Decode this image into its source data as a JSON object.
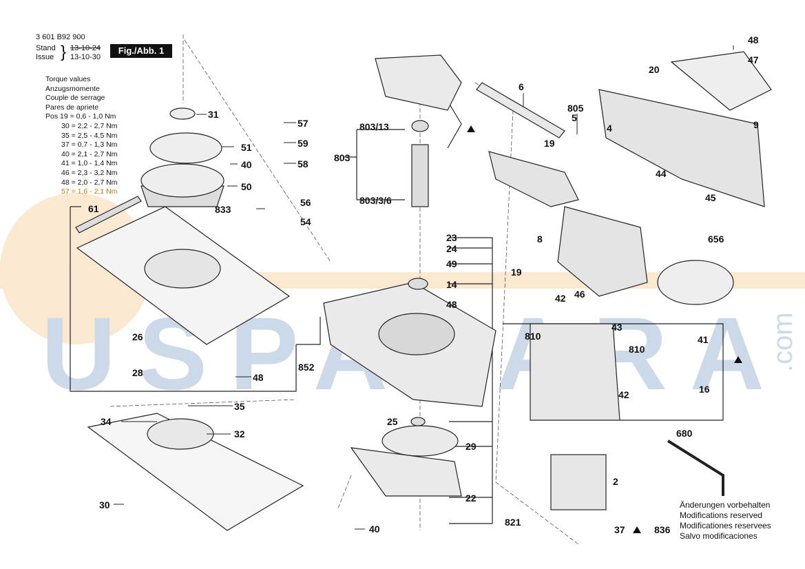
{
  "header": {
    "part_number": "3 601 B92 900",
    "stand_label": "Stand",
    "issue_label": "Issue",
    "stand_date": "13-10-24",
    "issue_date": "13-10-30",
    "figure_tag": "Fig./Abb. 1"
  },
  "torque": {
    "title_lines": [
      "Torque values",
      "Anzugsmomente",
      "Couple de serrage",
      "Pares de apriete"
    ],
    "rows": [
      "Pos 19 = 0,6 - 1,0 Nm",
      "30 = 2,2 - 2,7 Nm",
      "35 = 2,5 - 4,5 Nm",
      "37 = 0,7 - 1,3 Nm",
      "40 = 2,1 - 2,7 Nm",
      "41 = 1,0 - 1,4 Nm",
      "46 = 2,3 - 3,2 Nm",
      "48 = 2,0 - 2,7 Nm",
      "57 = 1,6 - 2,1 Nm"
    ]
  },
  "watermark": {
    "text": "USPALARA",
    "suffix": ".com"
  },
  "parts": [
    "31",
    "51",
    "40",
    "50",
    "833",
    "57",
    "59",
    "58",
    "56",
    "54",
    "61",
    "26",
    "28",
    "48",
    "852",
    "35",
    "34",
    "32",
    "30",
    "803/13",
    "803",
    "803/3/6",
    "23",
    "24",
    "49",
    "14",
    "48",
    "25",
    "29",
    "22",
    "40",
    "821",
    "6",
    "805",
    "5",
    "19",
    "4",
    "20",
    "9",
    "47",
    "48",
    "44",
    "45",
    "656",
    "8",
    "19",
    "42",
    "46",
    "810",
    "43",
    "41",
    "810",
    "42",
    "16",
    "680",
    "2",
    "37",
    "836"
  ],
  "footnote": [
    "Änderungen vorbehalten",
    "Modifications reserved",
    "Modificationes reservees",
    "Salvo modificaciones"
  ]
}
